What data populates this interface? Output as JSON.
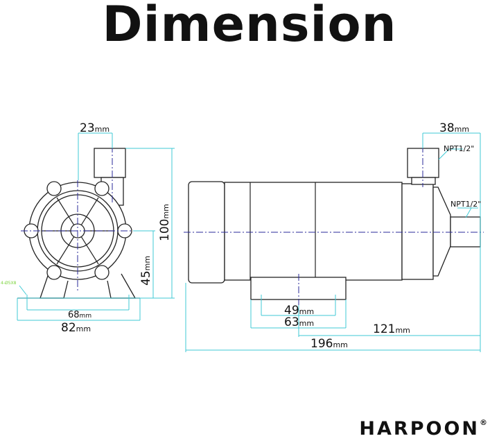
{
  "title": "Dimension",
  "brand": {
    "name": "HARPOON",
    "mark": "®"
  },
  "front_view": {
    "inlet_offset": {
      "value": "23",
      "unit": "mm"
    },
    "height": {
      "value": "100",
      "unit": "mm"
    },
    "center_height": {
      "value": "45",
      "unit": "mm"
    },
    "hole_spacing": {
      "value": "68",
      "unit": "mm"
    },
    "base_width": {
      "value": "82",
      "unit": "mm"
    },
    "hole_note": "4-Ø5X8"
  },
  "side_view": {
    "outlet_offset": {
      "value": "38",
      "unit": "mm"
    },
    "top_port": "NPT1/2\"",
    "front_port": "NPT1/2\"",
    "foot_hole_spacing": {
      "value": "49",
      "unit": "mm"
    },
    "foot_width": {
      "value": "63",
      "unit": "mm"
    },
    "foot_to_end": {
      "value": "121",
      "unit": "mm"
    },
    "total_length": {
      "value": "196",
      "unit": "mm"
    }
  },
  "colors": {
    "dimension": "#3fc9d4",
    "centerline": "#2a2a9a",
    "note": "#7ad33a"
  }
}
